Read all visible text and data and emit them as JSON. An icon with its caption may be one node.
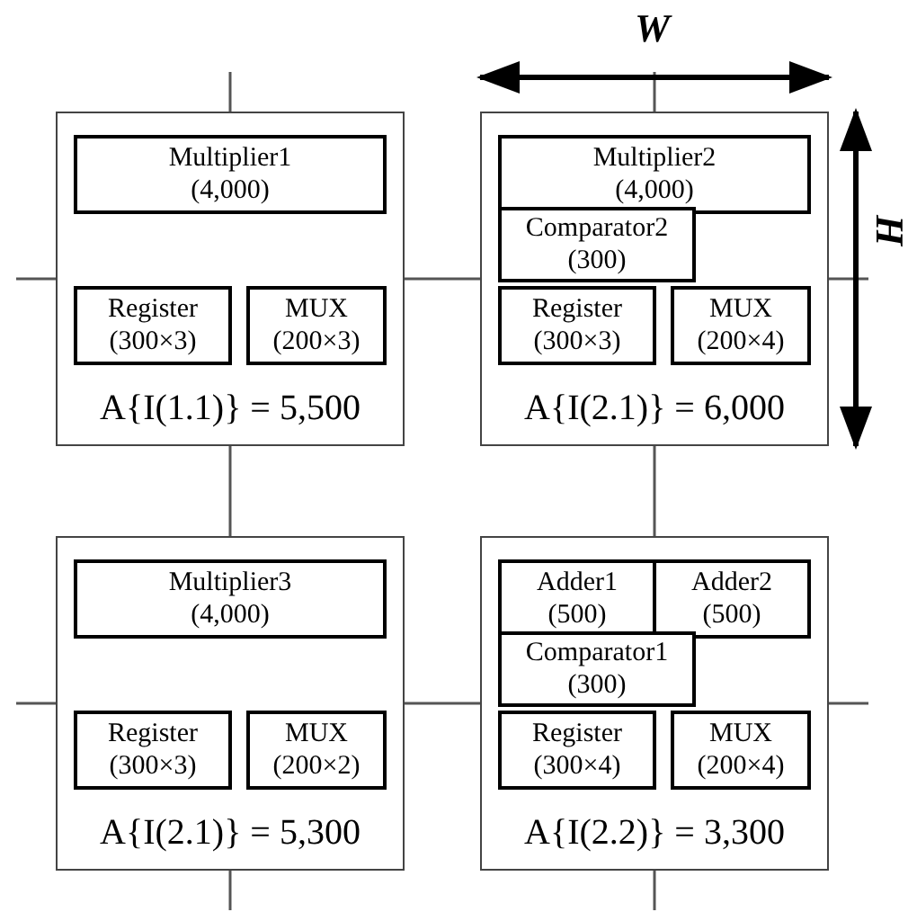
{
  "diagram": {
    "nodes": [
      {
        "text": [
          "A{I(1.1)} = 5,500"
        ]
      },
      {
        "text": [
          "Multiplier1",
          "(4,000)"
        ],
        "in": 0
      },
      {
        "text": [
          "Register",
          "(300×3)"
        ],
        "in": 0
      },
      {
        "text": [
          "MUX",
          "(200×3)"
        ],
        "in": 0
      },
      {
        "text": [
          "A{I(2.1)} = 6,000"
        ]
      },
      {
        "text": [
          "Multiplier2",
          "(4,000)"
        ],
        "in": 4
      },
      {
        "text": [
          "Comparator2",
          "(300)"
        ],
        "in": 4
      },
      {
        "text": [
          "Register",
          "(300×3)"
        ],
        "in": 4
      },
      {
        "text": [
          "MUX",
          "(200×4)"
        ],
        "in": 4
      },
      {
        "text": [
          "A{I(2.1)} = 5,300"
        ]
      },
      {
        "text": [
          "Multiplier3",
          "(4,000)"
        ],
        "in": 9
      },
      {
        "text": [
          "Register",
          "(300×3)"
        ],
        "in": 9
      },
      {
        "text": [
          "MUX",
          "(200×2)"
        ],
        "in": 9
      },
      {
        "text": [
          "A{I(2.2)} = 3,300"
        ]
      },
      {
        "text": [
          "Adder1",
          "(500)"
        ],
        "in": 13
      },
      {
        "text": [
          "Adder2",
          "(500)"
        ],
        "in": 13
      },
      {
        "text": [
          "Comparator1",
          "(300)"
        ],
        "in": 13
      },
      {
        "text": [
          "Register",
          "(300×4)"
        ],
        "in": 13
      },
      {
        "text": [
          "MUX",
          "(200×4)"
        ],
        "in": 13
      }
    ],
    "edges": [
      {
        "from": 0,
        "to": 4,
        "arrow": "none"
      },
      {
        "from": 0,
        "to": 9,
        "arrow": "none"
      },
      {
        "from": 4,
        "to": 13,
        "arrow": "none"
      },
      {
        "from": 9,
        "to": 13,
        "arrow": "none"
      },
      {
        "from": null,
        "to": 0,
        "arrow": "none"
      },
      {
        "from": null,
        "to": 0,
        "arrow": "none"
      },
      {
        "from": null,
        "to": 4,
        "arrow": "none"
      },
      {
        "from": null,
        "to": 4,
        "arrow": "none"
      },
      {
        "from": null,
        "to": 9,
        "arrow": "none"
      },
      {
        "from": null,
        "to": 9,
        "arrow": "none"
      },
      {
        "from": null,
        "to": 13,
        "arrow": "none"
      },
      {
        "from": null,
        "to": 13,
        "arrow": "none"
      }
    ],
    "labels": [
      "W",
      "H"
    ]
  }
}
